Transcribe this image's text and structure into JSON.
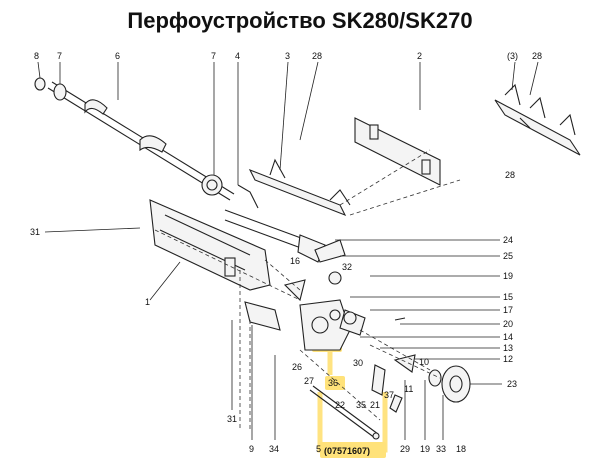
{
  "title": "Перфоустройство SK280/SK270",
  "callouts": {
    "c8": "8",
    "c7": "7",
    "c6": "6",
    "c7b": "7",
    "c4": "4",
    "c3": "3",
    "c28a": "28",
    "c2": "2",
    "c3p": "(3)",
    "c28b": "28",
    "c28c": "28",
    "c31a": "31",
    "c1": "1",
    "c24": "24",
    "c25": "25",
    "c16": "16",
    "c32": "32",
    "c19": "19",
    "c15": "15",
    "c17": "17",
    "c20": "20",
    "c14": "14",
    "c13": "13",
    "c12": "12",
    "c30": "30",
    "c26": "26",
    "c27": "27",
    "c36": "36",
    "c22": "22",
    "c35": "35",
    "c21": "21",
    "c37": "37",
    "c11": "11",
    "c10": "10",
    "c23": "23",
    "c31b": "31",
    "c9": "9",
    "c34": "34",
    "c5": "5",
    "c29": "29",
    "c19b": "19",
    "c33": "33",
    "c18": "18"
  },
  "part_number": "(07571607)",
  "highlight_color": "#ffe27a"
}
